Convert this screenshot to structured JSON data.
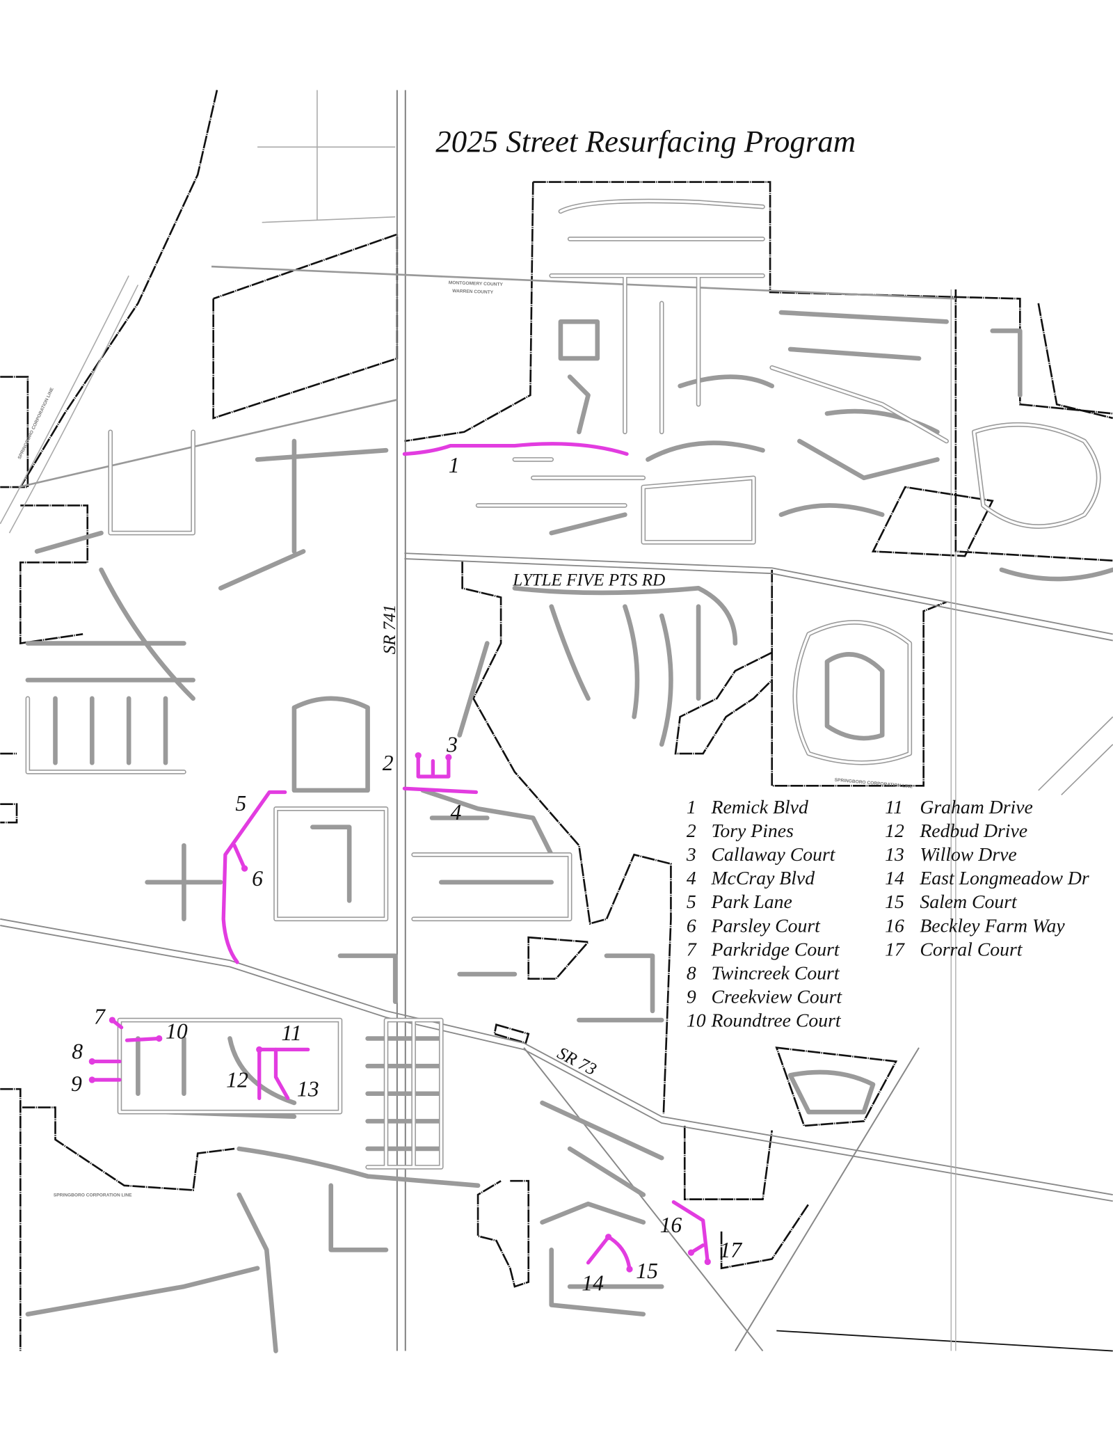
{
  "title": "2025 Street Resurfacing Program",
  "road_labels": {
    "sr741": "SR 741",
    "lytle": "LYTLE FIVE PTS RD",
    "sr73": "SR 73",
    "montgomery": "MONTGOMERY COUNTY",
    "warren": "WARREN COUNTY",
    "corp_line": "SPRINGBORO CORPORATION LINE"
  },
  "colors": {
    "highlight": "#e23ce0",
    "street": "#9a9a9a",
    "boundary": "#111111"
  },
  "markers": [
    "1",
    "2",
    "3",
    "4",
    "5",
    "6",
    "7",
    "8",
    "9",
    "10",
    "11",
    "12",
    "13",
    "14",
    "15",
    "16",
    "17"
  ],
  "legend": [
    {
      "num": "1",
      "name": "Remick Blvd"
    },
    {
      "num": "2",
      "name": "Tory Pines"
    },
    {
      "num": "3",
      "name": "Callaway Court"
    },
    {
      "num": "4",
      "name": "McCray Blvd"
    },
    {
      "num": "5",
      "name": "Park Lane"
    },
    {
      "num": "6",
      "name": "Parsley Court"
    },
    {
      "num": "7",
      "name": "Parkridge Court"
    },
    {
      "num": "8",
      "name": "Twincreek Court"
    },
    {
      "num": "9",
      "name": "Creekview Court"
    },
    {
      "num": "10",
      "name": "Roundtree Court"
    },
    {
      "num": "11",
      "name": "Graham Drive"
    },
    {
      "num": "12",
      "name": "Redbud Drive"
    },
    {
      "num": "13",
      "name": "Willow Drve"
    },
    {
      "num": "14",
      "name": "East Longmeadow Dr"
    },
    {
      "num": "15",
      "name": "Salem Court"
    },
    {
      "num": "16",
      "name": "Beckley Farm Way"
    },
    {
      "num": "17",
      "name": "Corral Court"
    }
  ]
}
